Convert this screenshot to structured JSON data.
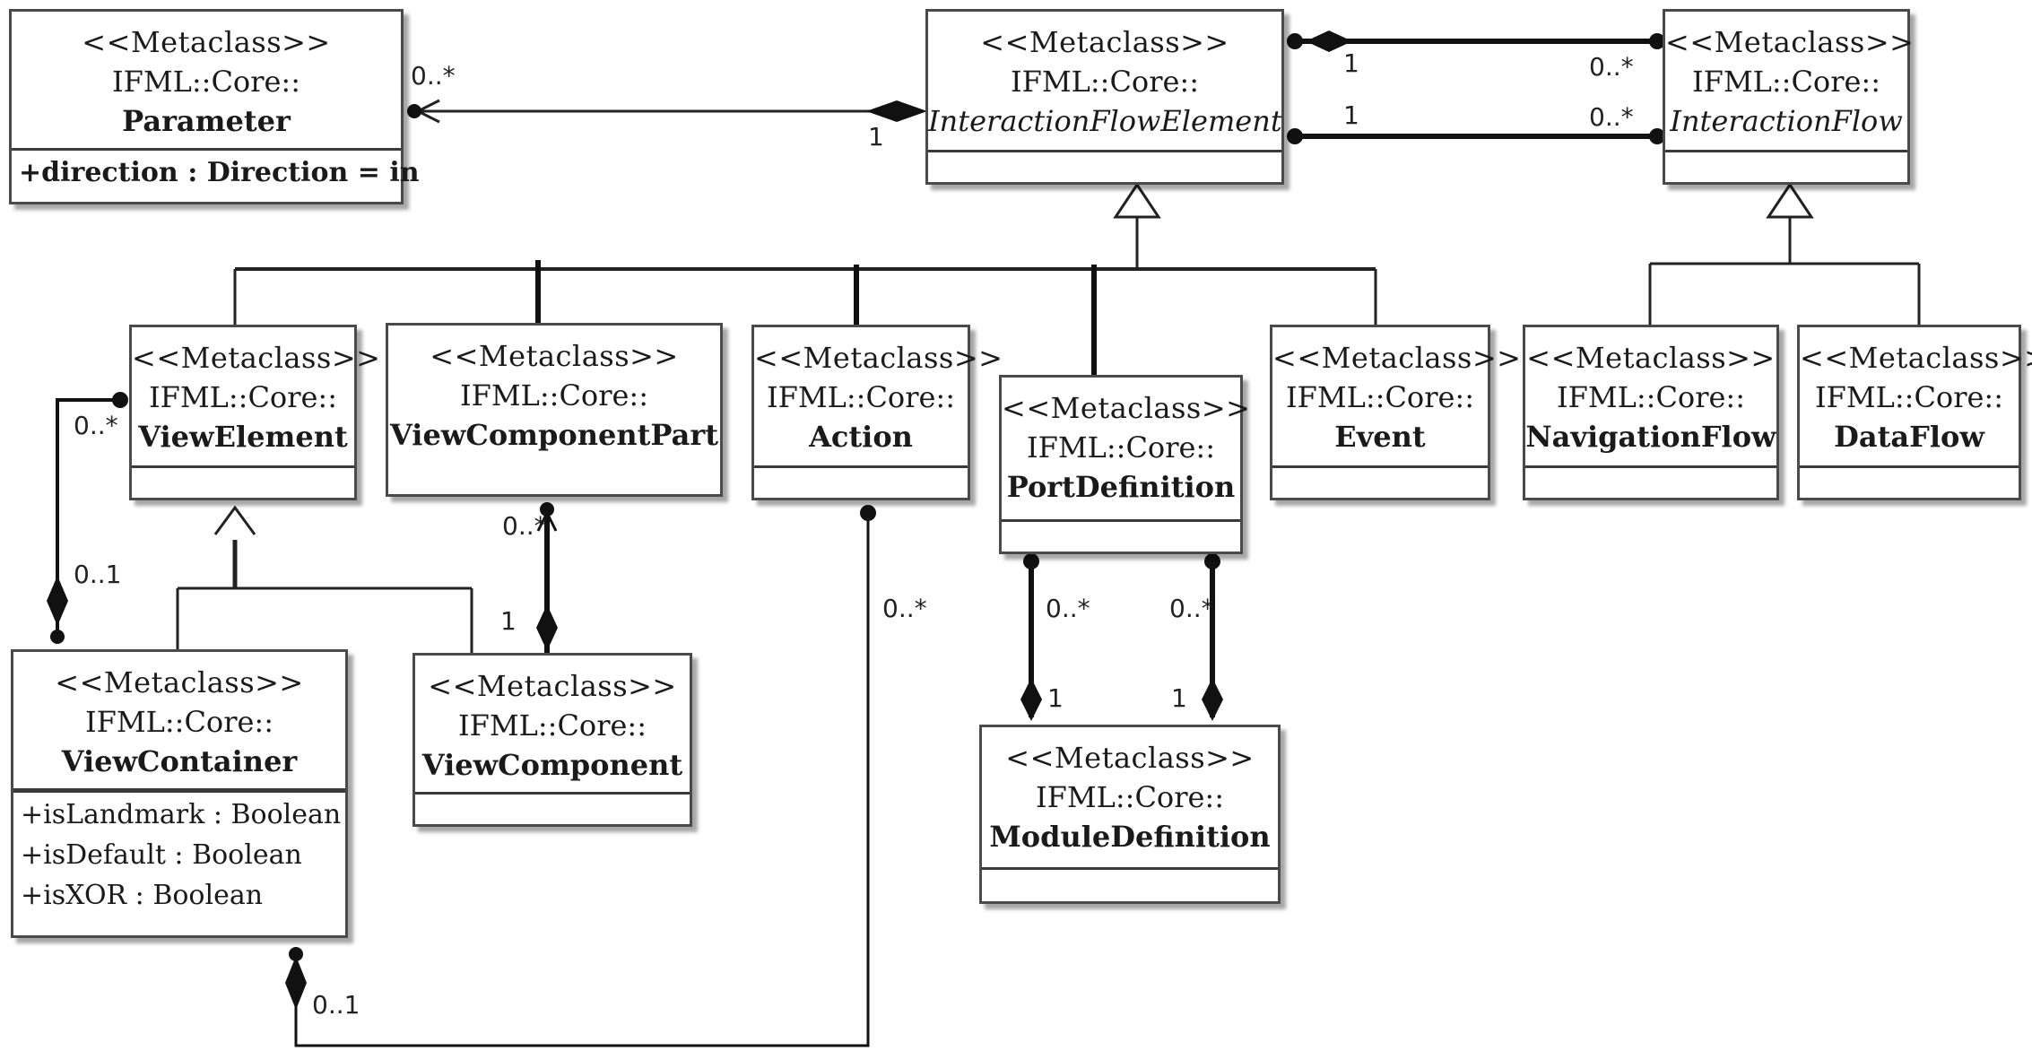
{
  "classes": {
    "parameter": {
      "stereotype": "<<Metaclass>>",
      "package": "IFML::Core::",
      "name": "Parameter",
      "attributes": [
        "+direction : Direction = in"
      ]
    },
    "interaction_flow_element": {
      "stereotype": "<<Metaclass>>",
      "package": "IFML::Core::",
      "name": "InteractionFlowElement",
      "attributes": []
    },
    "interaction_flow": {
      "stereotype": "<<Metaclass>>",
      "package": "IFML::Core::",
      "name": "InteractionFlow",
      "attributes": []
    },
    "view_element": {
      "stereotype": "<<Metaclass>>",
      "package": "IFML::Core::",
      "name": "ViewElement",
      "attributes": []
    },
    "view_component_part": {
      "stereotype": "<<Metaclass>>",
      "package": "IFML::Core::",
      "name": "ViewComponentPart",
      "attributes": []
    },
    "action": {
      "stereotype": "<<Metaclass>>",
      "package": "IFML::Core::",
      "name": "Action",
      "attributes": []
    },
    "port_definition": {
      "stereotype": "<<Metaclass>>",
      "package": "IFML::Core::",
      "name": "PortDefinition",
      "attributes": []
    },
    "event": {
      "stereotype": "<<Metaclass>>",
      "package": "IFML::Core::",
      "name": "Event",
      "attributes": []
    },
    "navigation_flow": {
      "stereotype": "<<Metaclass>>",
      "package": "IFML::Core::",
      "name": "NavigationFlow",
      "attributes": []
    },
    "data_flow": {
      "stereotype": "<<Metaclass>>",
      "package": "IFML::Core::",
      "name": "DataFlow",
      "attributes": []
    },
    "view_container": {
      "stereotype": "<<Metaclass>>",
      "package": "IFML::Core::",
      "name": "ViewContainer",
      "attributes": [
        "+isLandmark : Boolean",
        "+isDefault : Boolean",
        "+isXOR : Boolean"
      ]
    },
    "view_component": {
      "stereotype": "<<Metaclass>>",
      "package": "IFML::Core::",
      "name": "ViewComponent",
      "attributes": []
    },
    "module_definition": {
      "stereotype": "<<Metaclass>>",
      "package": "IFML::Core::",
      "name": "ModuleDefinition",
      "attributes": []
    }
  },
  "multiplicities": {
    "param_many": "0..*",
    "param_one": "1",
    "flow_src_one": "1",
    "flow_src_many": "0..*",
    "flow_tgt_one": "1",
    "flow_tgt_many": "0..*",
    "ve_many": "0..*",
    "vc_opt": "0..1",
    "vcp_many": "0..*",
    "vcomp_one": "1",
    "action_many": "0..*",
    "pd_many_left": "0..*",
    "md_one_left": "1",
    "pd_many_right": "0..*",
    "md_one_right": "1",
    "vc_bottom_opt": "0..1"
  }
}
